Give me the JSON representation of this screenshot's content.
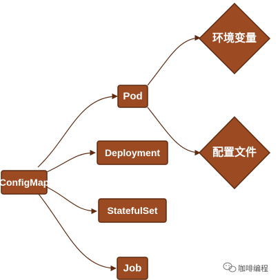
{
  "diagram": {
    "colors": {
      "node_fill": "#9b4a22",
      "node_stroke": "#5e2a10",
      "edge": "#5e2a10",
      "text": "#ffffff"
    },
    "nodes": {
      "configmap": "ConfigMap",
      "pod": "Pod",
      "deployment": "Deployment",
      "statefulset": "StatefulSet",
      "job": "Job",
      "env_vars": "环境变量",
      "config_file": "配置文件"
    },
    "edges": [
      {
        "from": "configmap",
        "to": "pod"
      },
      {
        "from": "configmap",
        "to": "deployment"
      },
      {
        "from": "configmap",
        "to": "statefulset"
      },
      {
        "from": "configmap",
        "to": "job"
      },
      {
        "from": "pod",
        "to": "env_vars"
      },
      {
        "from": "pod",
        "to": "config_file"
      }
    ]
  },
  "watermark": {
    "text": "咖啡编程",
    "icon": "wechat-icon"
  }
}
